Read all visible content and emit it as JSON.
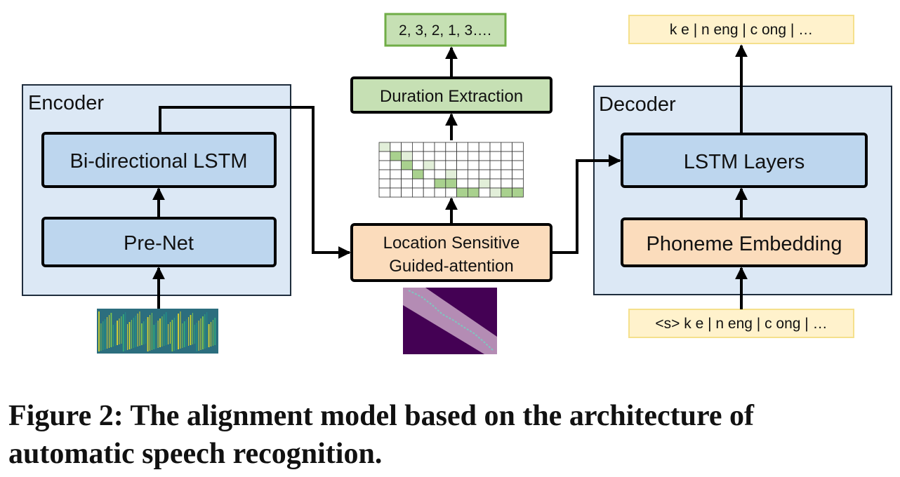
{
  "encoder": {
    "title": "Encoder",
    "lstm_label": "Bi-directional LSTM",
    "prenet_label": "Pre-Net"
  },
  "attention": {
    "line1": "Location Sensitive",
    "line2": "Guided-attention"
  },
  "duration": {
    "label": "Duration Extraction",
    "output": "2, 3, 2, 1, 3…."
  },
  "decoder": {
    "title": "Decoder",
    "lstm_label": "LSTM Layers",
    "embedding_label": "Phoneme Embedding",
    "output": "k e | n eng | c ong | …",
    "input": "<s> k e | n eng | c ong | …"
  },
  "caption": {
    "line1": "Figure 2: The alignment model based on the architecture of",
    "line2": "automatic speech recognition."
  },
  "colors": {
    "panel_fill": "#dce8f5",
    "blue_box": "#bdd6ee",
    "orange_box": "#fbdcbc",
    "green_box": "#c6e0b4",
    "yellow_box": "#fff2cc",
    "yellow_border": "#f5e08c",
    "green_border": "#70ad47",
    "heatmap_dark": "#440154",
    "heatmap_band": "#b48cb4",
    "grid_highlight": "#a9d18e"
  }
}
